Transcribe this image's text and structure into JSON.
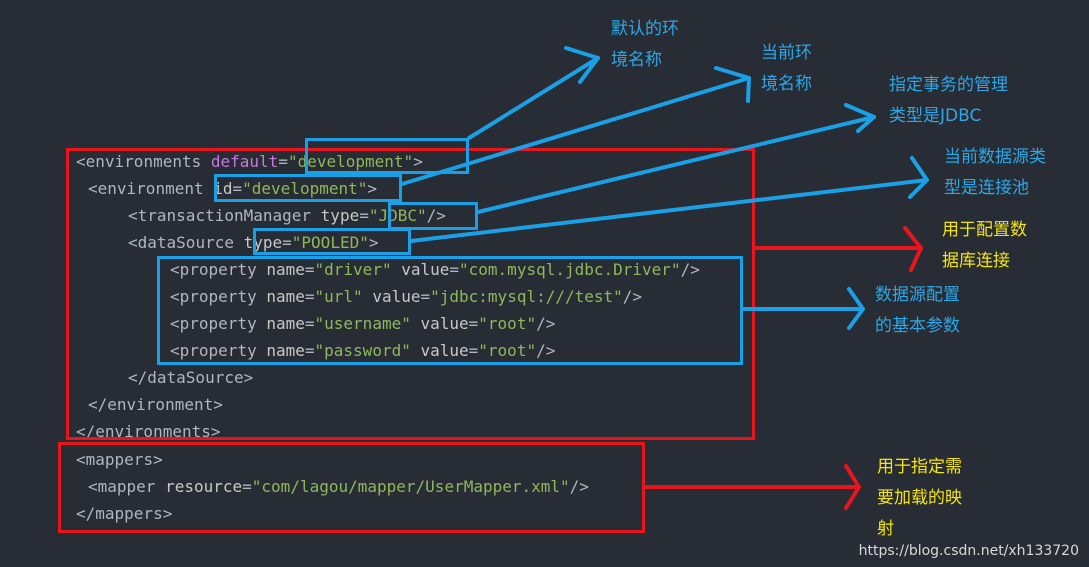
{
  "code_lines": [
    {
      "indent": 0,
      "parts": [
        [
          "t",
          "<"
        ],
        [
          "t",
          "environments "
        ],
        [
          "k",
          "default"
        ],
        [
          "t",
          "="
        ],
        [
          "v",
          "\"development\""
        ],
        [
          "t",
          ">"
        ]
      ]
    },
    {
      "indent": 1,
      "parts": [
        [
          "t",
          "<"
        ],
        [
          "t",
          "environment "
        ],
        [
          "a",
          "id"
        ],
        [
          "t",
          "="
        ],
        [
          "v",
          "\"development\""
        ],
        [
          "t",
          ">"
        ]
      ]
    },
    {
      "indent": 2,
      "parts": [
        [
          "t",
          "<"
        ],
        [
          "t",
          "transactionManager "
        ],
        [
          "a",
          "type"
        ],
        [
          "t",
          "="
        ],
        [
          "v",
          "\"JDBC\""
        ],
        [
          "t",
          "/>"
        ]
      ]
    },
    {
      "indent": 2,
      "parts": [
        [
          "t",
          "<"
        ],
        [
          "t",
          "dataSource "
        ],
        [
          "a",
          "type"
        ],
        [
          "t",
          "="
        ],
        [
          "v",
          "\"POOLED\""
        ],
        [
          "t",
          ">"
        ]
      ]
    },
    {
      "indent": 3,
      "parts": [
        [
          "t",
          "<"
        ],
        [
          "t",
          "property "
        ],
        [
          "a",
          "name"
        ],
        [
          "t",
          "="
        ],
        [
          "v",
          "\"driver\""
        ],
        [
          "a",
          " value"
        ],
        [
          "t",
          "="
        ],
        [
          "v",
          "\"com.mysql.jdbc.Driver\""
        ],
        [
          "t",
          "/>"
        ]
      ]
    },
    {
      "indent": 3,
      "parts": [
        [
          "t",
          "<"
        ],
        [
          "t",
          "property "
        ],
        [
          "a",
          "name"
        ],
        [
          "t",
          "="
        ],
        [
          "v",
          "\"url\""
        ],
        [
          "a",
          " value"
        ],
        [
          "t",
          "="
        ],
        [
          "v",
          "\"jdbc:mysql:///test\""
        ],
        [
          "t",
          "/>"
        ]
      ]
    },
    {
      "indent": 3,
      "parts": [
        [
          "t",
          "<"
        ],
        [
          "t",
          "property "
        ],
        [
          "a",
          "name"
        ],
        [
          "t",
          "="
        ],
        [
          "v",
          "\"username\""
        ],
        [
          "a",
          " value"
        ],
        [
          "t",
          "="
        ],
        [
          "v",
          "\"root\""
        ],
        [
          "t",
          "/>"
        ]
      ]
    },
    {
      "indent": 3,
      "parts": [
        [
          "t",
          "<"
        ],
        [
          "t",
          "property "
        ],
        [
          "a",
          "name"
        ],
        [
          "t",
          "="
        ],
        [
          "v",
          "\"password\""
        ],
        [
          "a",
          " value"
        ],
        [
          "t",
          "="
        ],
        [
          "v",
          "\"root\""
        ],
        [
          "t",
          "/>"
        ]
      ]
    },
    {
      "indent": 2,
      "parts": [
        [
          "t",
          "</"
        ],
        [
          "t",
          "dataSource"
        ],
        [
          "t",
          ">"
        ]
      ]
    },
    {
      "indent": 1,
      "parts": [
        [
          "t",
          "</"
        ],
        [
          "t",
          "environment"
        ],
        [
          "t",
          ">"
        ]
      ]
    },
    {
      "indent": 0,
      "parts": [
        [
          "t",
          "</"
        ],
        [
          "t",
          "environments"
        ],
        [
          "t",
          ">"
        ]
      ]
    },
    {
      "indent": 0,
      "parts": [
        [
          "t",
          "<"
        ],
        [
          "t",
          "mappers"
        ],
        [
          "t",
          ">"
        ]
      ]
    },
    {
      "indent": 1,
      "parts": [
        [
          "t",
          "<"
        ],
        [
          "t",
          "mapper "
        ],
        [
          "a",
          "resource"
        ],
        [
          "t",
          "="
        ],
        [
          "v",
          "\"com/lagou/mapper/UserMapper.xml\""
        ],
        [
          "t",
          "/>"
        ]
      ]
    },
    {
      "indent": 0,
      "parts": [
        [
          "t",
          "</"
        ],
        [
          "t",
          "mappers"
        ],
        [
          "t",
          ">"
        ]
      ]
    }
  ],
  "annotations": {
    "default_env": "默认的环\n境名称",
    "current_env": "当前环\n境名称",
    "transaction_type": "指定事务的管理\n类型是JDBC",
    "datasource_type": "当前数据源类\n型是连接池",
    "datasource_config": "用于配置数\n据库连接",
    "property_config": "数据源配置\n的基本参数",
    "mappers": "用于指定需\n要加载的映\n射"
  },
  "watermark": "https://blog.csdn.net/xh133720",
  "colors": {
    "red_box": "#e8151d",
    "blue_box": "#1aa0e6",
    "blue_text": "#2aa8e8",
    "yellow_text": "#f5e60a"
  }
}
